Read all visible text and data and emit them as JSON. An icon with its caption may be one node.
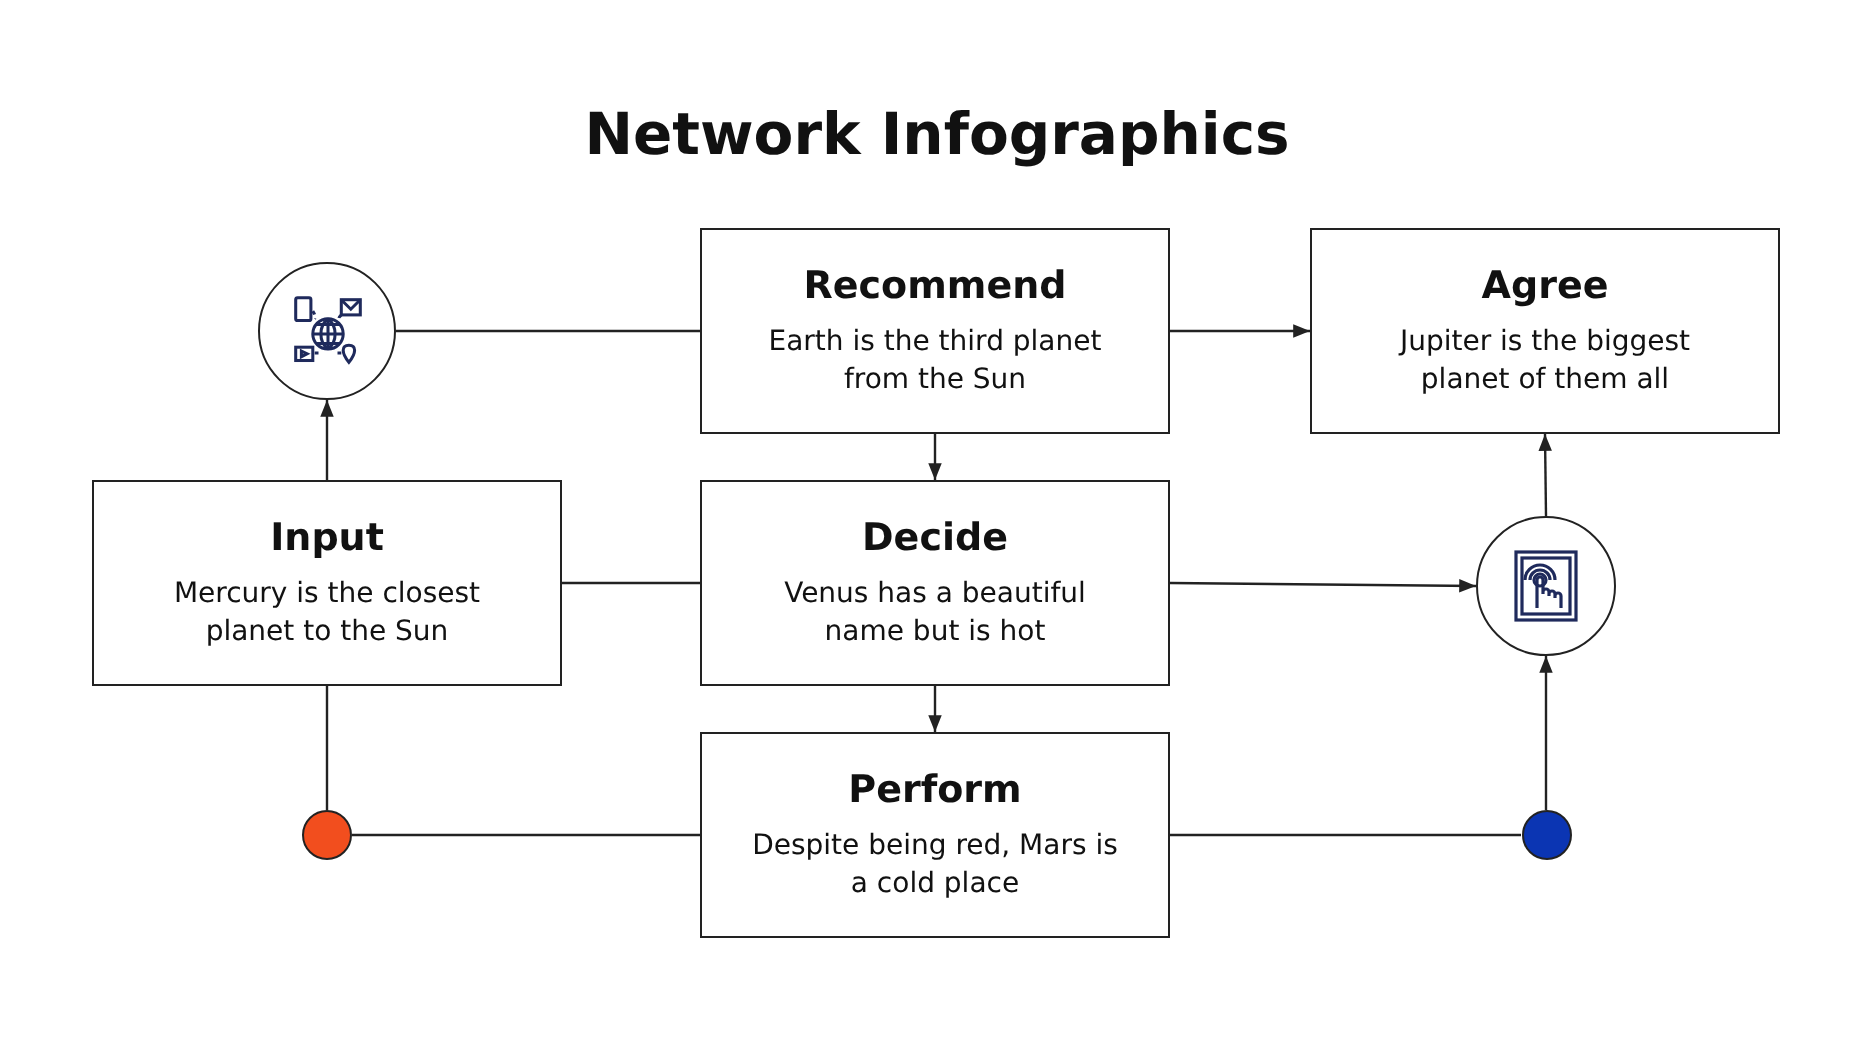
{
  "diagram": {
    "title": "Network Infographics",
    "nodes": [
      {
        "text": [],
        "shape": "circle"
      },
      {
        "text": [
          "Recommend",
          "Earth is the third planet from the Sun"
        ]
      },
      {
        "text": [
          "Agree",
          "Jupiter is the biggest planet of them all"
        ]
      },
      {
        "text": [
          "Input",
          "Mercury is the closest planet to the Sun"
        ]
      },
      {
        "text": [
          "Decide",
          "Venus has a beautiful name but is hot"
        ]
      },
      {
        "text": [],
        "shape": "circle"
      },
      {
        "text": [
          "Perform",
          "Despite being red, Mars is a cold place"
        ]
      },
      {
        "text": [],
        "shape": "circle"
      },
      {
        "text": [],
        "shape": "circle"
      }
    ],
    "edges": [
      {
        "from": 3,
        "to": 0,
        "arrow": "to"
      },
      {
        "from": 0,
        "to": 1,
        "arrow": "none"
      },
      {
        "from": 1,
        "to": 2,
        "arrow": "to"
      },
      {
        "from": 1,
        "to": 4,
        "arrow": "to"
      },
      {
        "from": 3,
        "to": 4,
        "arrow": "none"
      },
      {
        "from": 4,
        "to": 5,
        "arrow": "to"
      },
      {
        "from": 5,
        "to": 2,
        "arrow": "to"
      },
      {
        "from": 4,
        "to": 6,
        "arrow": "to"
      },
      {
        "from": 3,
        "to": 7,
        "arrow": "none"
      },
      {
        "from": 7,
        "to": 6,
        "arrow": "none"
      },
      {
        "from": 6,
        "to": 8,
        "arrow": "none"
      },
      {
        "from": 8,
        "to": 5,
        "arrow": "to"
      }
    ]
  }
}
